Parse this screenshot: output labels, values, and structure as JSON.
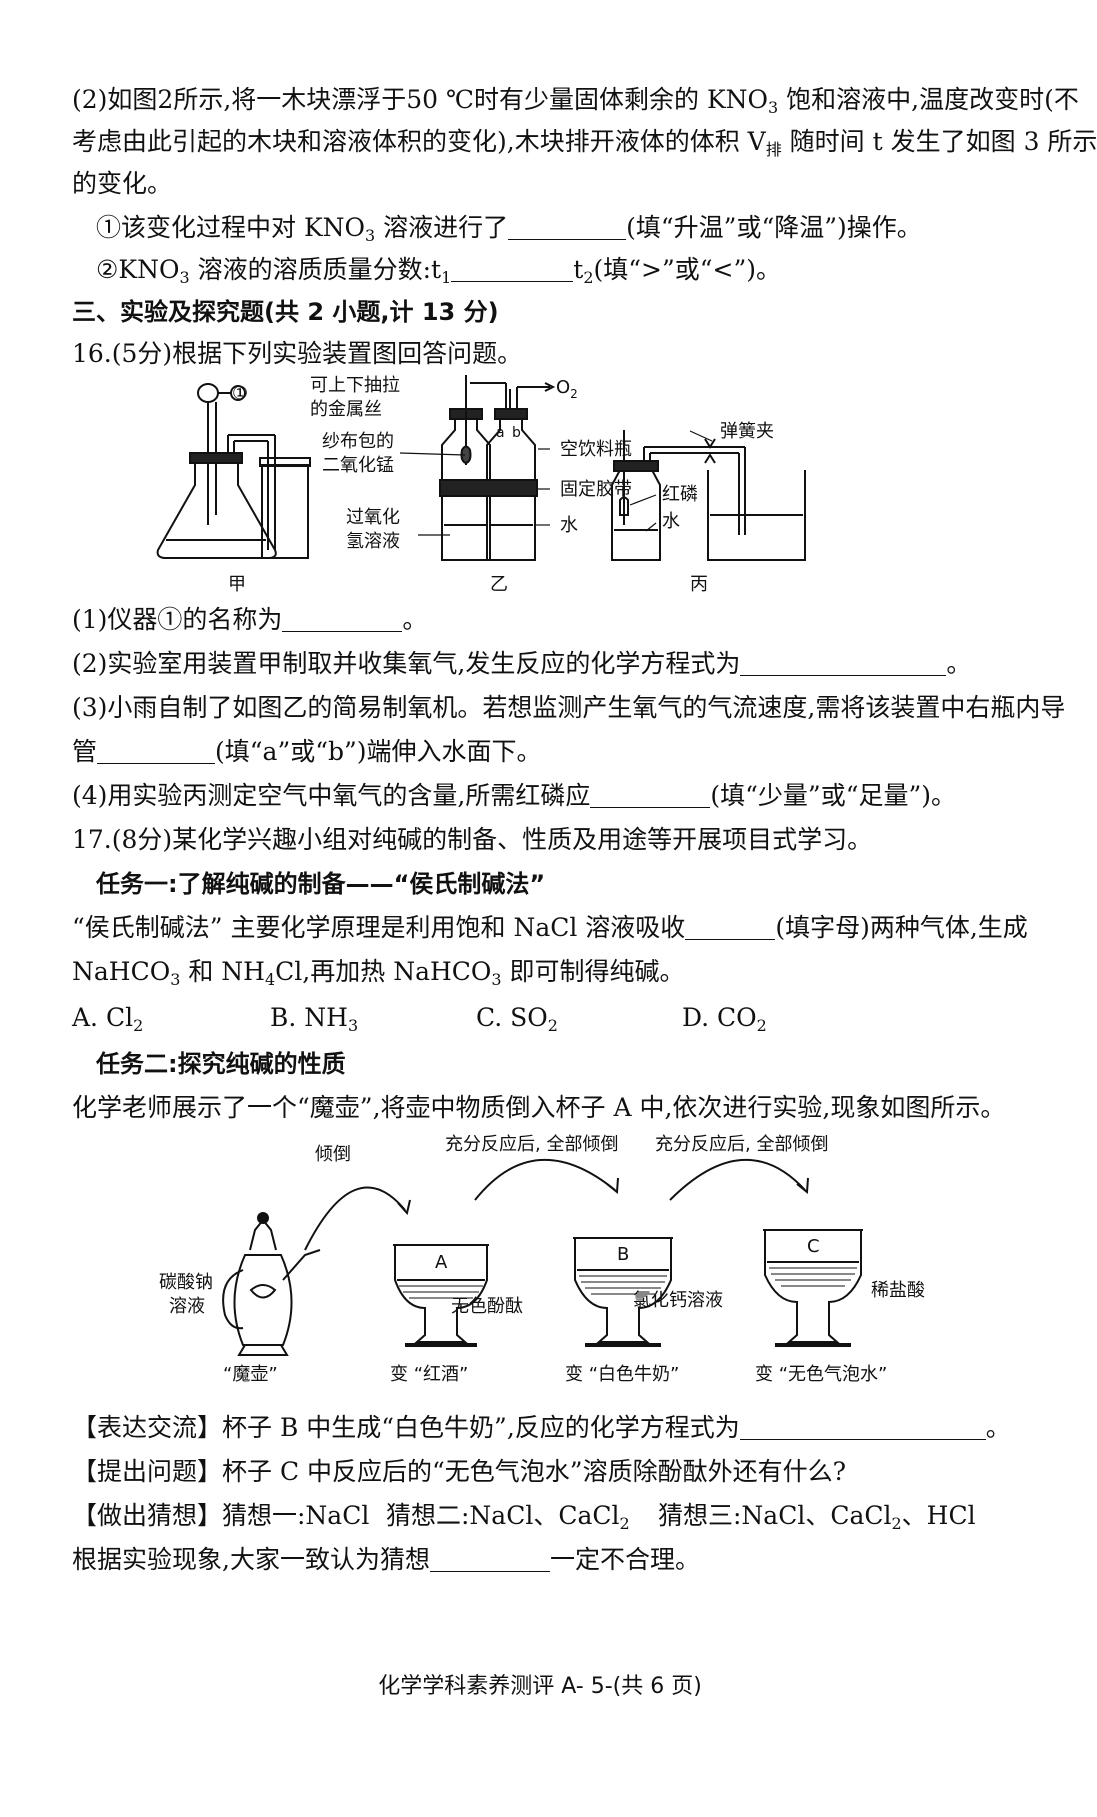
{
  "q15": {
    "part2_line1": "(2)如图2所示,将一木块漂浮于50 ℃时有少量固体剩余的 KNO",
    "part2_line1b": " 饱和溶液中,温度改变时(不",
    "part2_line2a": "考虑由此引起的木块和溶液体积的变化),木块排开液体的体积 V",
    "part2_line2sub": "排",
    "part2_line2b": " 随时间 t 发生了如图 3 所示",
    "part2_line3": "的变化。",
    "sub1_pre": "①该变化过程中对 KNO",
    "sub1_post": " 溶液进行了",
    "sub1_hint": "(填“升温”或“降温”)操作。",
    "sub2_pre": "②KNO",
    "sub2_mid": " 溶液的溶质质量分数:t",
    "sub2_t2": "t",
    "sub2_hint": "(填“>”或“<”)。",
    "sub_3": "3",
    "sub_1": "1",
    "sub_2": "2"
  },
  "section3": {
    "title": "三、实验及探究题(共 2 小题,计 13 分)"
  },
  "q16": {
    "stem": "16.(5分)根据下列实验装置图回答问题。",
    "fig_jia": "甲",
    "fig_yi": "乙",
    "fig_bing": "丙",
    "label_1": "①",
    "label_wire1": "可上下抽拉",
    "label_wire2": "的金属丝",
    "label_o2": "O",
    "label_o2_sub": "2",
    "label_mno2_1": "纱布包的",
    "label_mno2_2": "二氧化锰",
    "label_bottle": "空饮料瓶",
    "label_tape": "固定胶带",
    "label_h2o2_1": "过氧化",
    "label_h2o2_2": "氢溶液",
    "label_water": "水",
    "label_a": "a",
    "label_b": "b",
    "label_clamp": "弹簧夹",
    "label_p": "红磷",
    "label_water2": "水",
    "p1_pre": "(1)仪器①的名称为",
    "p1_post": "。",
    "p2_pre": "(2)实验室用装置甲制取并收集氧气,发生反应的化学方程式为",
    "p2_post": "。",
    "p3_line1": "(3)小雨自制了如图乙的简易制氧机。若想监测产生氧气的气流速度,需将该装置中右瓶内导",
    "p3_pre": "管",
    "p3_post": "(填“a”或“b”)端伸入水面下。",
    "p4_pre": "(4)用实验丙测定空气中氧气的含量,所需红磷应",
    "p4_post": "(填“少量”或“足量”)。"
  },
  "q17": {
    "stem": "17.(8分)某化学兴趣小组对纯碱的制备、性质及用途等开展项目式学习。",
    "task1": "任务一:了解纯碱的制备——“侯氏制碱法”",
    "t1_pre": "“侯氏制碱法” 主要化学原理是利用饱和 NaCl 溶液吸收",
    "t1_post": "(填字母)两种气体,生成",
    "t1_line2_a": "NaHCO",
    "t1_line2_b": " 和 NH",
    "t1_line2_c": "Cl,再加热 NaHCO",
    "t1_line2_d": " 即可制得纯碱。",
    "sub_3": "3",
    "sub_4": "4",
    "opt_a": "A. Cl",
    "opt_b": "B. NH",
    "opt_c": "C. SO",
    "opt_d": "D. CO",
    "opt_a_sub": "2",
    "opt_b_sub": "3",
    "opt_c_sub": "2",
    "opt_d_sub": "2",
    "task2": "任务二:探究纯碱的性质",
    "t2_intro": "化学老师展示了一个“魔壶”,将壶中物质倒入杯子 A 中,依次进行实验,现象如图所示。",
    "fig_pour": "倾倒",
    "fig_react1": "充分反应后, 全部倾倒",
    "fig_react2": "充分反应后, 全部倾倒",
    "fig_na2co3_1": "碳酸钠",
    "fig_na2co3_2": "溶液",
    "fig_pot": "“魔壶”",
    "fig_a": "A",
    "fig_b": "B",
    "fig_c": "C",
    "fig_phenol": "无色酚酞",
    "fig_cacl2": "氯化钙溶液",
    "fig_hcl": "稀盐酸",
    "fig_red": "变 “红酒”",
    "fig_milk": "变 “白色牛奶”",
    "fig_bubble": "变 “无色气泡水”",
    "express_pre": "【表达交流】杯子 B 中生成“白色牛奶”,反应的化学方程式为",
    "express_post": "。",
    "question": "【提出问题】杯子 C 中反应后的“无色气泡水”溶质除酚酞外还有什么?",
    "guess_label": "【做出猜想】猜想一:NaCl",
    "guess2": "猜想二:NaCl、CaCl",
    "guess2_sub": "2",
    "guess3": "猜想三:NaCl、CaCl",
    "guess3_sub": "2",
    "guess3_post": "、HCl",
    "judge_pre": "根据实验现象,大家一致认为猜想",
    "judge_post": "一定不合理。"
  },
  "footer": "化学学科素养测评 A- 5-(共 6 页)"
}
